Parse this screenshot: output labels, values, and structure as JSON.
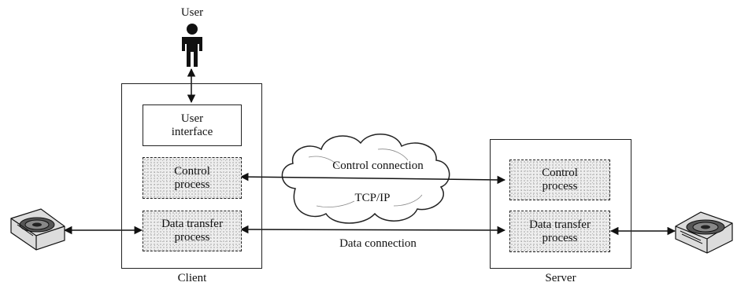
{
  "user_label": "User",
  "client_label": "Client",
  "server_label": "Server",
  "client": {
    "user_interface": "User\ninterface",
    "control_process": "Control\nprocess",
    "data_transfer_process": "Data transfer\nprocess"
  },
  "server": {
    "control_process": "Control\nprocess",
    "data_transfer_process": "Data transfer\nprocess"
  },
  "network": {
    "cloud_label": "TCP/IP",
    "control_connection_label": "Control connection",
    "data_connection_label": "Data connection"
  },
  "icons": [
    "person-icon",
    "client-disk-drive-icon",
    "server-disk-drive-icon"
  ]
}
